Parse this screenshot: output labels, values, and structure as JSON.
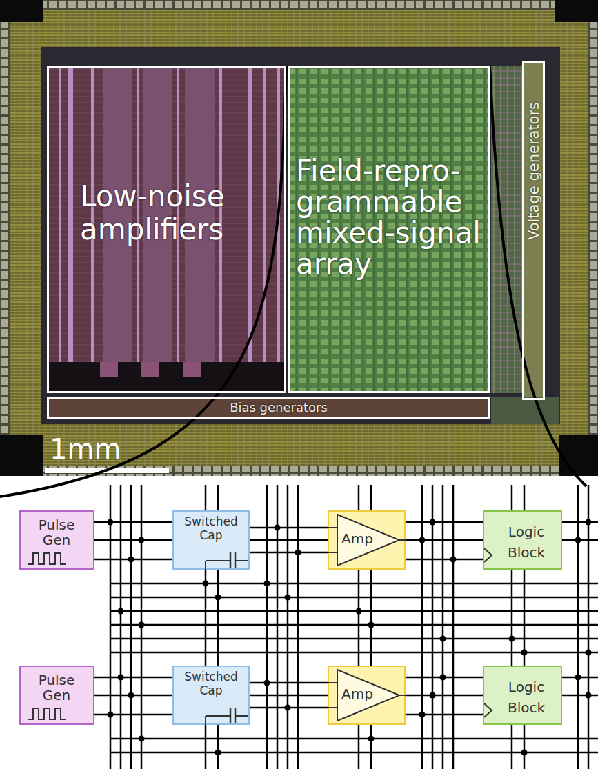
{
  "diagram": {
    "nodes": [
      {
        "text": [
          "Low-noise amplifiers"
        ]
      },
      {
        "text": [
          "Field-repro- grammable mixed-signal array"
        ]
      },
      {
        "text": [
          "Voltage generators"
        ]
      },
      {
        "text": [
          "Bias generators"
        ]
      },
      {
        "text": [
          "Pulse Gen"
        ]
      },
      {
        "text": [
          "Switched Cap"
        ]
      },
      {
        "text": [
          "Amp"
        ]
      },
      {
        "text": [
          "Logic Block"
        ]
      },
      {
        "text": [
          "Pulse Gen"
        ]
      },
      {
        "text": [
          "Switched Cap"
        ]
      },
      {
        "text": [
          "Amp"
        ]
      },
      {
        "text": [
          "Logic Block"
        ]
      }
    ],
    "edges": [
      {
        "from": 4,
        "to": 5,
        "arrow": "none"
      },
      {
        "from": 5,
        "to": 6,
        "arrow": "none"
      },
      {
        "from": 6,
        "to": 7,
        "arrow": "none"
      },
      {
        "from": 8,
        "to": 9,
        "arrow": "none"
      },
      {
        "from": 9,
        "to": 10,
        "arrow": "none"
      },
      {
        "from": 10,
        "to": 11,
        "arrow": "none"
      }
    ],
    "labels": [
      "1mm"
    ]
  }
}
